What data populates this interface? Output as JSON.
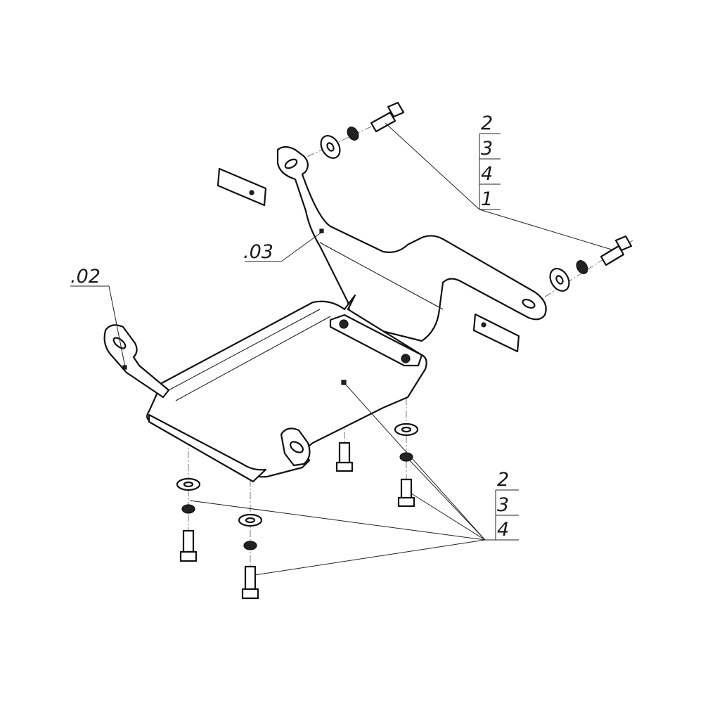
{
  "drawing": {
    "callout_top": [
      "2",
      "3",
      "4",
      "1"
    ],
    "callout_bottom": [
      "2",
      "3",
      "4"
    ],
    "label_bracket_left": ".02",
    "label_bracket_right": ".03"
  }
}
